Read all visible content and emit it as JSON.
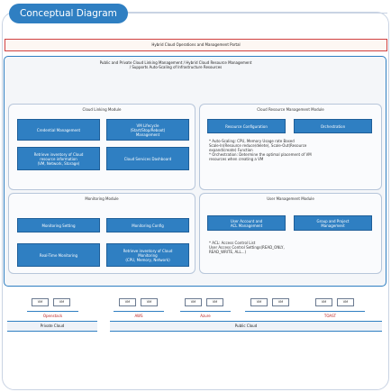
{
  "header": {
    "tag_label": "Conceptual Diagram"
  },
  "portal": {
    "title": "Hybrid Cloud Operations and Management Portal"
  },
  "platform": {
    "title_line1": "Public and Private Cloud Linking Management / Hybrid Cloud Resource Management",
    "title_line2": "/ Supports Auto-Scaling of Infrastructure Resources"
  },
  "modules": {
    "cloud_linking": {
      "title": "Cloud Linking Module",
      "boxes": [
        "Credential Management",
        "VM Lifecycle\n(Start/Stop/Reboot)\nManagement",
        "Retrieve inventory of Cloud\nresource information\n(VM, Network, Storage)",
        "Cloud Services Dashboard"
      ]
    },
    "resource": {
      "title": "Cloud Resource Management Module",
      "boxes": [
        "Resource Configuration",
        "Orchestration"
      ],
      "notes": [
        "* Auto-Scaling: CPU, Memory Usage rate Based",
        "  Scale-In(Resource reduce/delete), Scale-Out(Resource",
        "  expand/create) Function",
        "* Orchestration: Determine the optimal placement of VM",
        "  resources when creating a VM"
      ]
    },
    "monitoring": {
      "title": "Monitoring Module",
      "boxes": [
        "Monitoring Setting",
        "Monitoring Config",
        "Real-Time Monitoring",
        "Retrieve inventory of Cloud\nMonitoring\n(CPU, Memory, Network)"
      ]
    },
    "user": {
      "title": "User Management Module",
      "boxes": [
        "User Account and\nACL Management",
        "Group and Project\nManagement"
      ],
      "notes": [
        "* ACL: Access Control List",
        "  User Access Control Settings(READ_ONLY,",
        "  READ_WRITE, ALL...)"
      ]
    }
  },
  "infrastructure": {
    "groups": [
      {
        "label": "Openstack"
      },
      {
        "label": "AWS"
      },
      {
        "label": "Azure"
      },
      {
        "label": "TOAST"
      }
    ],
    "hw_boxes": [
      "VM",
      "VM",
      "VM",
      "VM",
      "VM",
      "VM",
      "VM",
      "VM",
      "VM",
      "VM"
    ],
    "clouds": {
      "private": "Private Cloud",
      "public": "Public Cloud"
    }
  },
  "colors": {
    "accent": "#2f7fc2",
    "portal_border": "#d04040",
    "provider_label": "#b22222"
  }
}
